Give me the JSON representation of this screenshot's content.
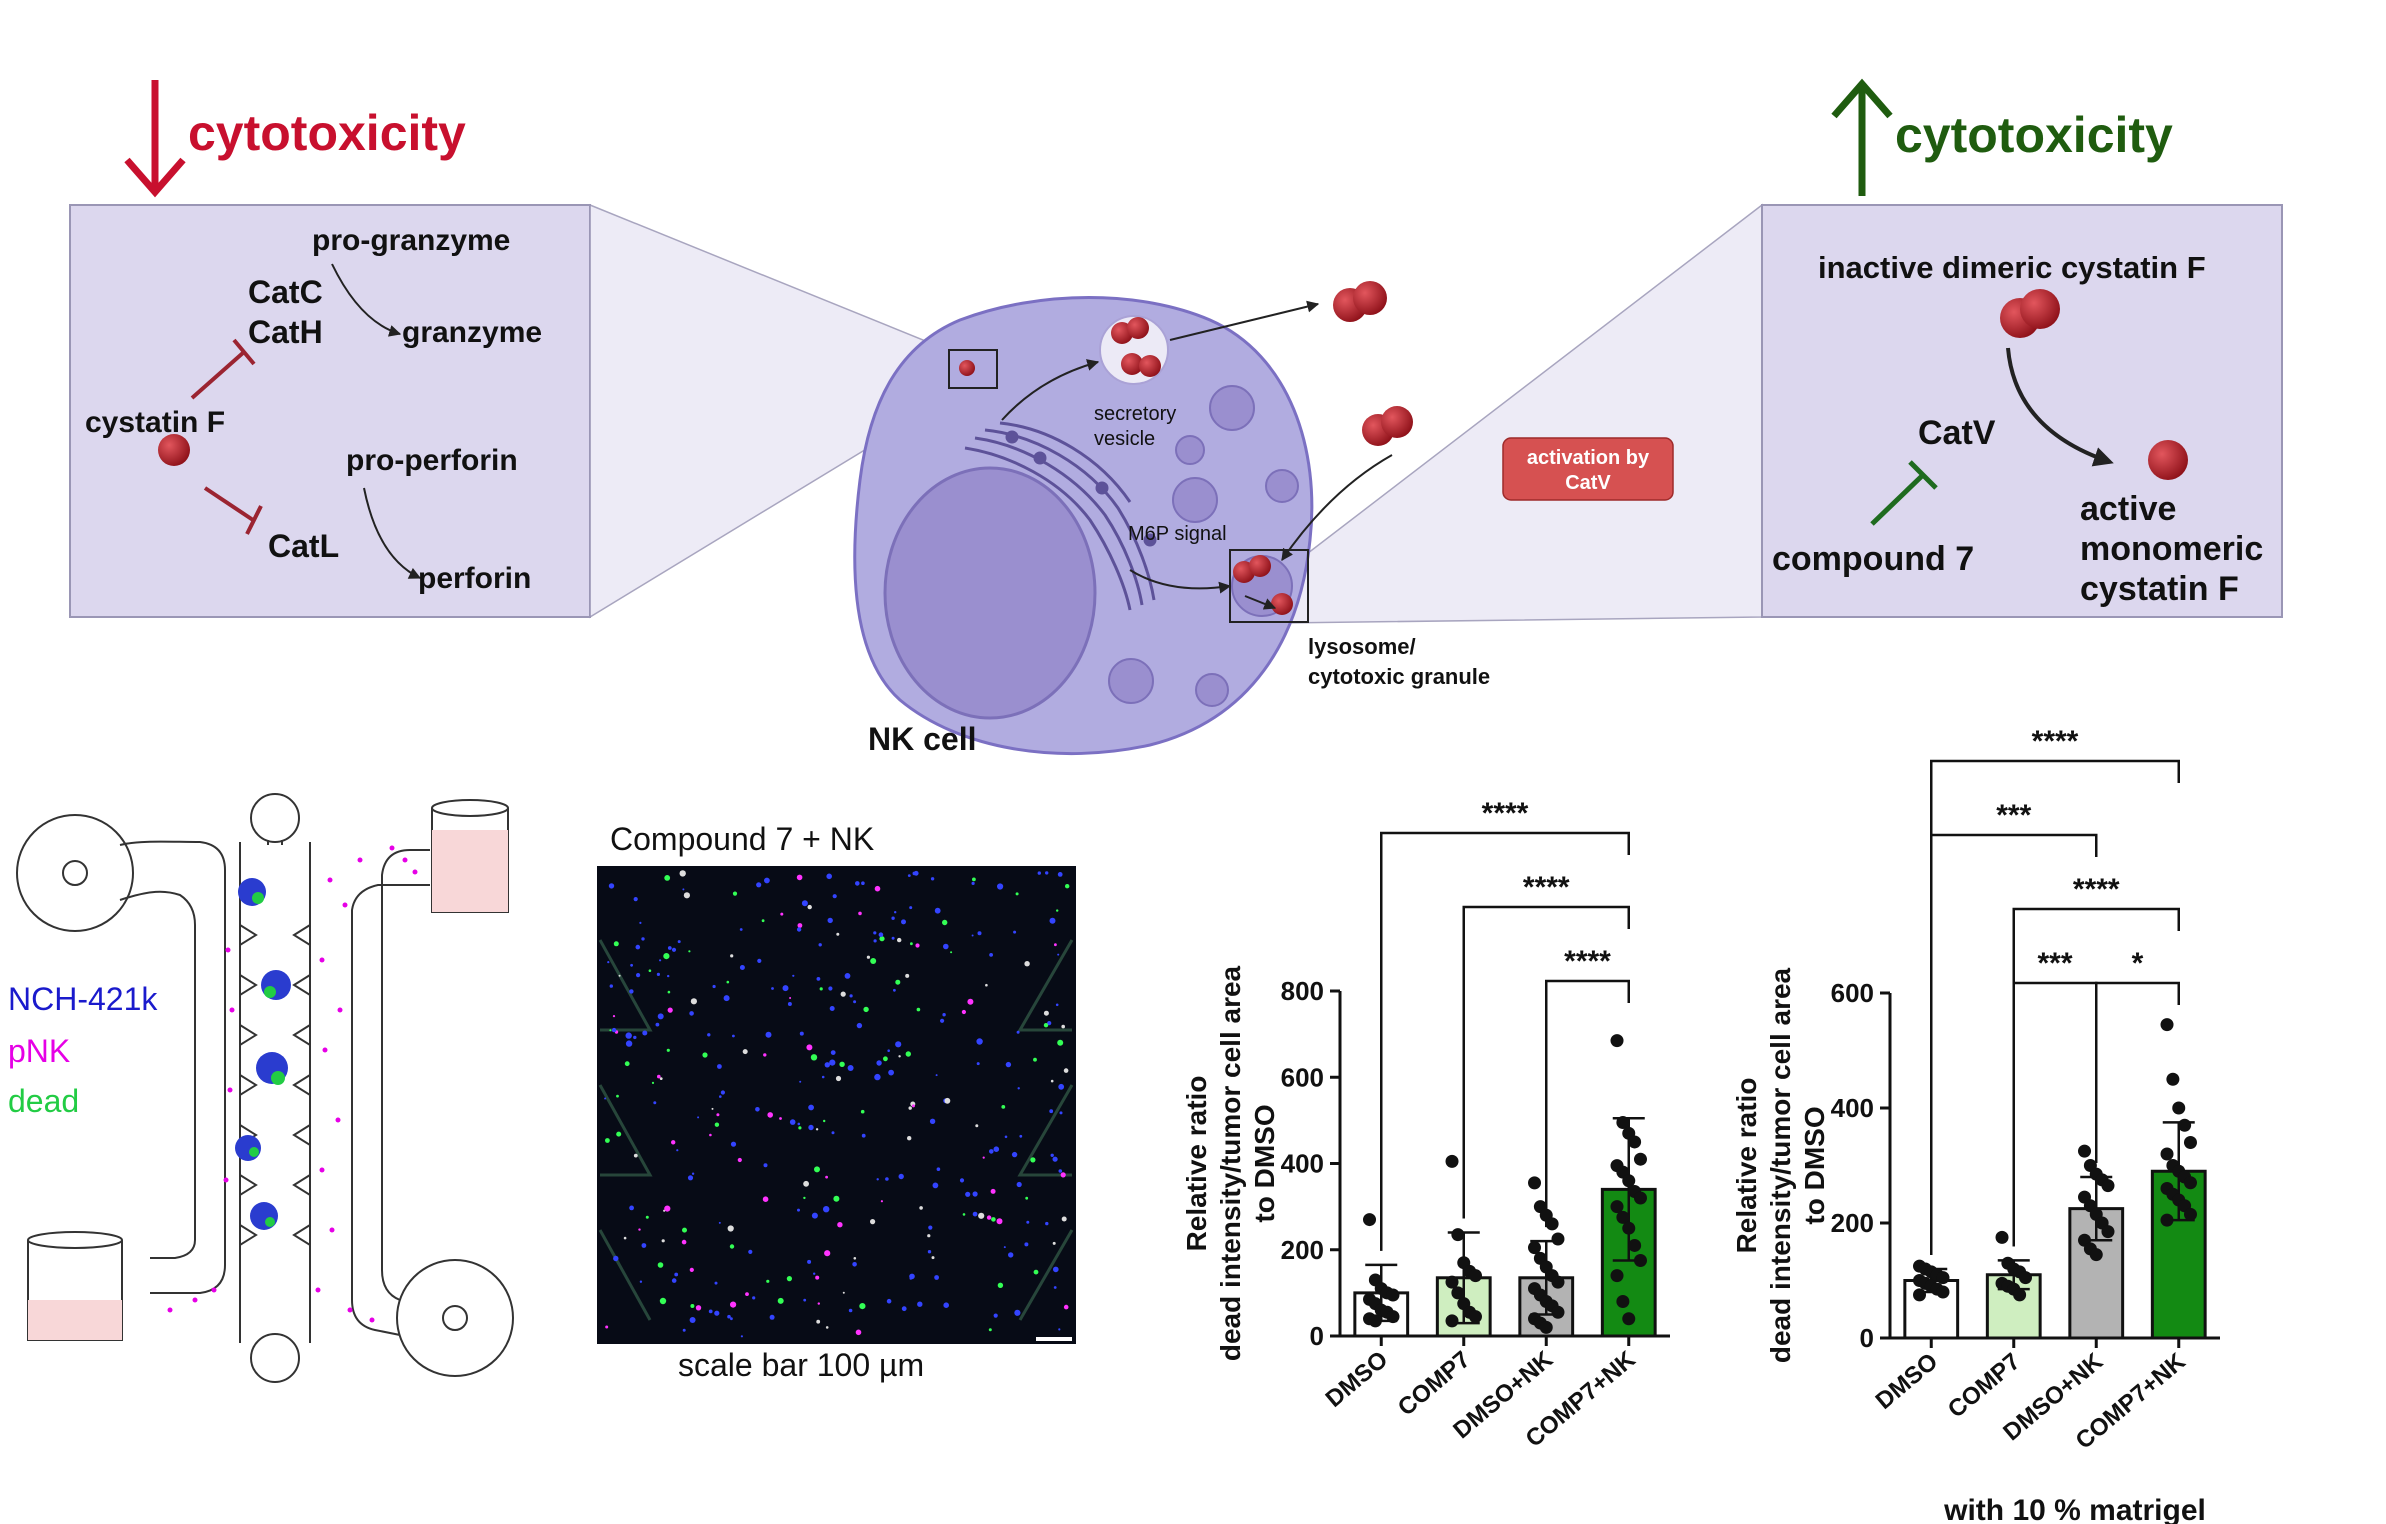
{
  "top": {
    "left_title": "cytotoxicity",
    "right_title": "cytotoxicity",
    "colors": {
      "down_red": "#c8102e",
      "up_green": "#1f5c0f",
      "panel_fill": "#dcd7ee",
      "cell_fill": "#b1ace0",
      "nucleus_fill": "#9a8fcf",
      "granule_red": "#b3222b"
    },
    "left_box": {
      "pro_granzyme": "pro-granzyme",
      "catc": "CatC",
      "cath": "CatH",
      "granzyme": "granzyme",
      "cystatin_f": "cystatin F",
      "pro_perforin": "pro-perforin",
      "catl": "CatL",
      "perforin": "perforin"
    },
    "cell": {
      "secretory_vesicle_1": "secretory",
      "secretory_vesicle_2": "vesicle",
      "m6p": "M6P signal",
      "lysosome_1": "lysosome/",
      "lysosome_2": "cytotoxic granule",
      "nk_cell": "NK cell",
      "activation_1": "activation by",
      "activation_2": "CatV"
    },
    "right_box": {
      "inactive": "inactive dimeric cystatin F",
      "catv": "CatV",
      "compound7": "compound 7",
      "active_1": "active",
      "active_2": "monomeric",
      "active_3": "cystatin F"
    }
  },
  "bottom": {
    "legend": {
      "nch": "NCH-421k",
      "pnk": "pNK",
      "dead": "dead"
    },
    "legend_colors": {
      "nch": "#1a1acc",
      "pnk": "#e600e6",
      "dead": "#22dd22"
    },
    "micro": {
      "title": "Compound 7 + NK",
      "scale": "scale bar 100 µm"
    }
  },
  "chart_data": [
    {
      "type": "bar",
      "ylabel_lines": [
        "Relative ratio",
        "dead intensity/tumor cell area",
        "to DMSO"
      ],
      "xlabel": "",
      "categories": [
        "DMSO",
        "COMP7",
        "DMSO+NK",
        "COMP7+NK"
      ],
      "values": [
        100,
        135,
        135,
        340
      ],
      "errors": [
        65,
        105,
        85,
        165
      ],
      "colors": [
        "#ffffff",
        "#cfeec0",
        "#b3b3b3",
        "#138a13"
      ],
      "ylim": [
        0,
        800
      ],
      "yticks": [
        0,
        200,
        400,
        600,
        800
      ],
      "points": [
        [
          270,
          130,
          110,
          100,
          95,
          85,
          75,
          60,
          55,
          45,
          40,
          35
        ],
        [
          405,
          235,
          170,
          150,
          140,
          125,
          100,
          75,
          55,
          45,
          35
        ],
        [
          355,
          300,
          280,
          260,
          225,
          205,
          180,
          160,
          140,
          125,
          110,
          95,
          80,
          70,
          55,
          40,
          30,
          20
        ],
        [
          685,
          495,
          470,
          450,
          410,
          395,
          380,
          360,
          335,
          320,
          300,
          275,
          250,
          210,
          175,
          140,
          80,
          40
        ]
      ],
      "significance": [
        {
          "from": 0,
          "to": 3,
          "label": "****"
        },
        {
          "from": 1,
          "to": 3,
          "label": "****"
        },
        {
          "from": 2,
          "to": 3,
          "label": "****"
        }
      ]
    },
    {
      "type": "bar",
      "ylabel_lines": [
        "Relative ratio",
        "dead intensity/tumor cell area",
        "to DMSO"
      ],
      "xlabel": "with 10 % matrigel",
      "categories": [
        "DMSO",
        "COMP7",
        "DMSO+NK",
        "COMP7+NK"
      ],
      "values": [
        100,
        110,
        225,
        290
      ],
      "errors": [
        20,
        25,
        55,
        85
      ],
      "colors": [
        "#ffffff",
        "#cfeec0",
        "#b3b3b3",
        "#138a13"
      ],
      "ylim": [
        0,
        600
      ],
      "yticks": [
        0,
        200,
        400,
        600
      ],
      "points": [
        [
          125,
          120,
          115,
          110,
          105,
          100,
          95,
          90,
          85,
          80,
          75
        ],
        [
          175,
          130,
          120,
          115,
          105,
          95,
          90,
          85,
          75
        ],
        [
          325,
          300,
          285,
          275,
          265,
          245,
          230,
          215,
          200,
          185,
          170,
          155,
          145
        ],
        [
          545,
          450,
          400,
          370,
          340,
          320,
          300,
          290,
          280,
          270,
          260,
          250,
          240,
          230,
          215,
          205
        ]
      ],
      "significance": [
        {
          "from": 0,
          "to": 3,
          "label": "****"
        },
        {
          "from": 1,
          "to": 3,
          "label": "****"
        },
        {
          "from": 0,
          "to": 2,
          "label": "***"
        },
        {
          "from": 1,
          "to": 2,
          "label": "***"
        },
        {
          "from": 2,
          "to": 3,
          "label": "*"
        }
      ]
    }
  ]
}
